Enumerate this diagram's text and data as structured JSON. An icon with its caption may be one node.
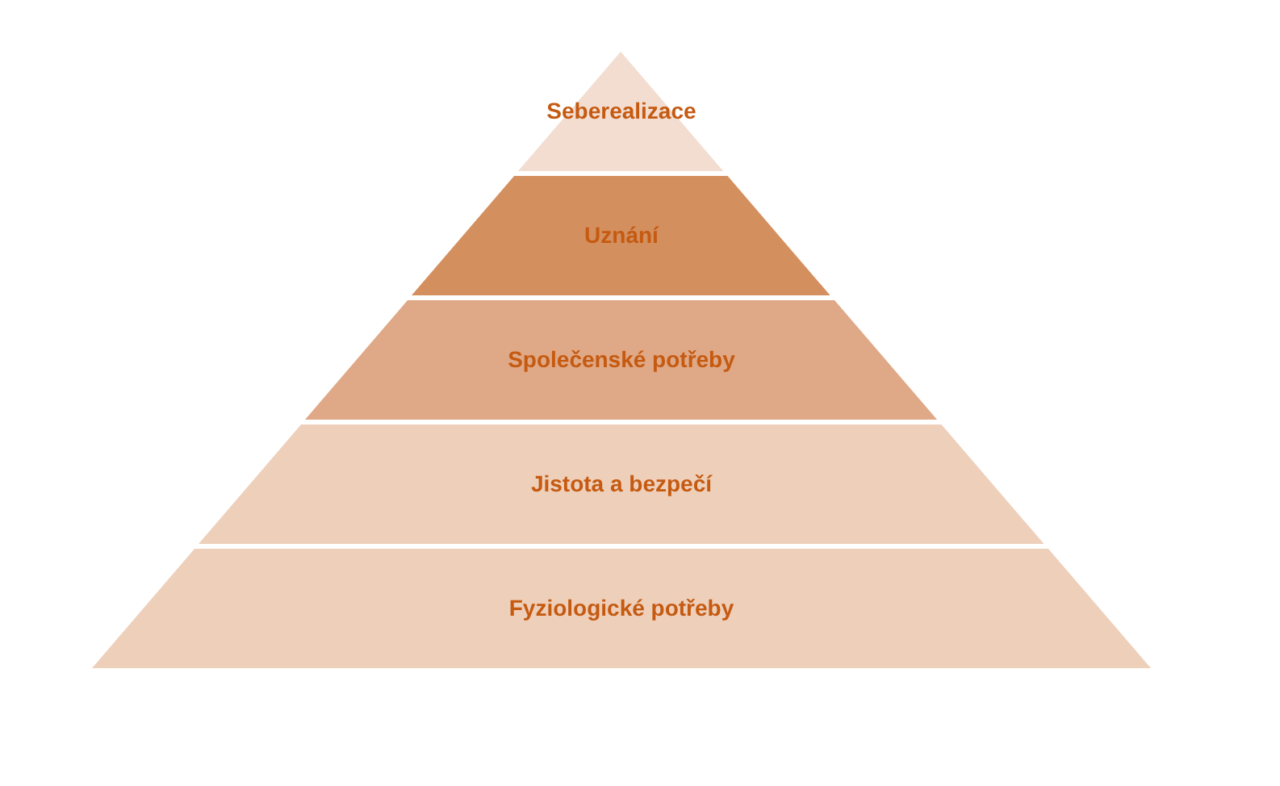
{
  "diagram": {
    "nodes": [
      {
        "text": [
          "Seberealizace"
        ]
      },
      {
        "text": [
          "Uznání"
        ]
      },
      {
        "text": [
          "Společenské potřeby"
        ]
      },
      {
        "text": [
          "Jistota a bezpečí"
        ]
      },
      {
        "text": [
          "Fyziologické potřeby"
        ]
      }
    ]
  }
}
